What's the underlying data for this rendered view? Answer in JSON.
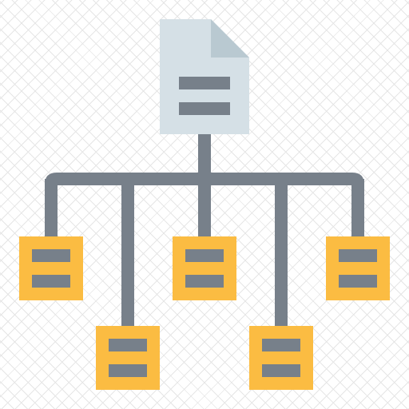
{
  "icon": {
    "name": "sitemap-icon",
    "colors": {
      "document": "#d5e0e6",
      "document_fold": "#b9c9d1",
      "lines": "#77808a",
      "node": "#fbbc42"
    },
    "root": {
      "name": "document-icon",
      "text_lines": 2
    },
    "children": [
      {
        "name": "child-node-1",
        "text_lines": 2
      },
      {
        "name": "child-node-2",
        "text_lines": 2
      },
      {
        "name": "child-node-3",
        "text_lines": 2
      },
      {
        "name": "child-node-4",
        "text_lines": 2
      },
      {
        "name": "child-node-5",
        "text_lines": 2
      }
    ]
  }
}
